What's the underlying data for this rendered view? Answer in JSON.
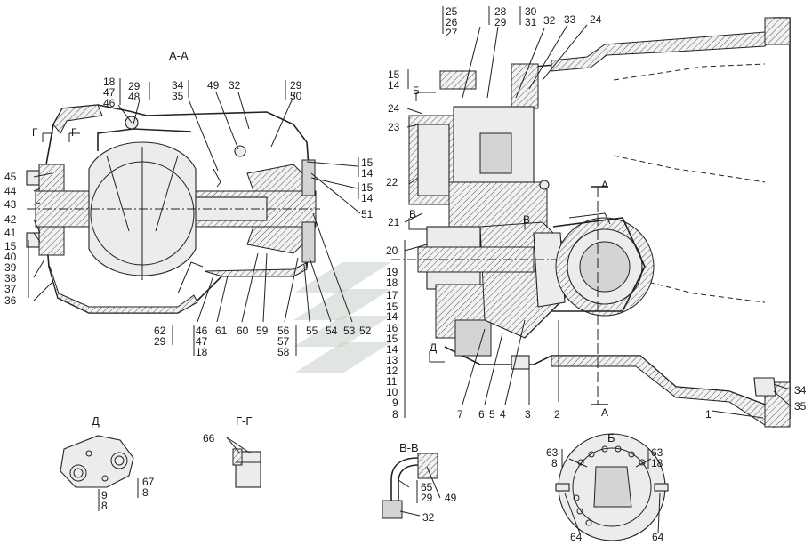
{
  "section_titles": {
    "aa": "А-А",
    "d": "Д",
    "gg": "Г-Г",
    "vv": "В-В",
    "b": "Б"
  },
  "markers": {
    "g_left": "Г",
    "g_right": "Г",
    "b_marker": "Б",
    "v_left": "В",
    "v_right": "В",
    "d_marker": "Д",
    "a_top": "А",
    "a_bottom": "А"
  },
  "labels": [
    "18",
    "47",
    "46",
    "29",
    "48",
    "34",
    "35",
    "49",
    "32",
    "29",
    "50",
    "45",
    "44",
    "43",
    "42",
    "41",
    "15",
    "40",
    "39",
    "38",
    "37",
    "36",
    "15",
    "14",
    "15",
    "14",
    "51",
    "62",
    "29",
    "46",
    "47",
    "18",
    "61",
    "60",
    "59",
    "56",
    "57",
    "58",
    "55",
    "54",
    "53",
    "52",
    "25",
    "26",
    "27",
    "28",
    "29",
    "30",
    "31",
    "32",
    "33",
    "24",
    "15",
    "14",
    "24",
    "23",
    "22",
    "21",
    "20",
    "19",
    "18",
    "17",
    "15",
    "14",
    "16",
    "15",
    "14",
    "13",
    "12",
    "11",
    "10",
    "9",
    "8",
    "7",
    "6",
    "5",
    "4",
    "3",
    "2",
    "1",
    "34",
    "35",
    "66",
    "67",
    "8",
    "9",
    "8",
    "65",
    "29",
    "49",
    "32",
    "63",
    "8",
    "63",
    "18",
    "64",
    "64"
  ],
  "colors": {
    "line": "#222222",
    "fill": "#ececec",
    "hatch": "#555555",
    "watermark": "#c8cfc9"
  }
}
